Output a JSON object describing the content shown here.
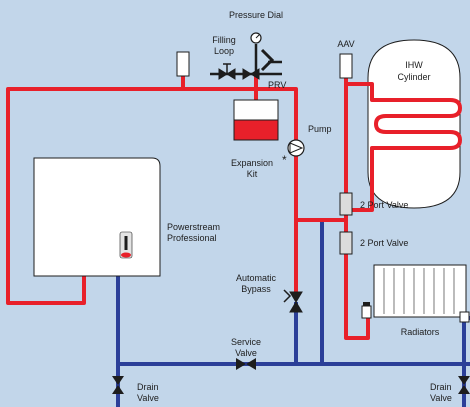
{
  "labels": {
    "pressure_dial": "Pressure Dial",
    "filling_loop_1": "Filling",
    "filling_loop_2": "Loop",
    "prv": "PRV",
    "aav": "AAV",
    "cylinder_1": "IHW",
    "cylinder_2": "Cylinder",
    "pump": "Pump",
    "expansion_1": "Expansion",
    "expansion_2": "Kit",
    "asterisk": "*",
    "boiler_1": "Powerstream",
    "boiler_2": "Professional",
    "valve_upper": "2 Port Valve",
    "valve_lower": "2 Port Valve",
    "bypass_1": "Automatic",
    "bypass_2": "Bypass",
    "radiators": "Radiators",
    "service_1": "Service",
    "service_2": "Valve",
    "drain_left_1": "Drain",
    "drain_left_2": "Valve",
    "drain_right_1": "Drain",
    "drain_right_2": "Valve"
  },
  "colors": {
    "background": "#c2d6ea",
    "flow_pipe": "#e8202a",
    "return_pipe": "#2b3f98",
    "equipment": "#ffffff",
    "outline": "#1d1d1d"
  }
}
